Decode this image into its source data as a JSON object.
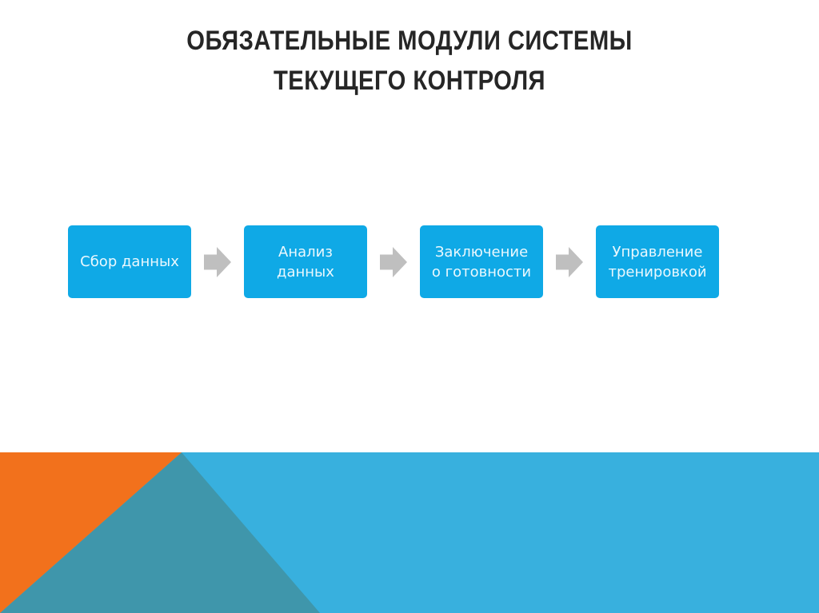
{
  "slide": {
    "title_lines": [
      "ОБЯЗАТЕЛЬНЫЕ МОДУЛИ СИСТЕМЫ",
      "ТЕКУЩЕГО КОНТРОЛЯ"
    ]
  },
  "flow": {
    "steps": [
      {
        "lines": [
          "Сбор данных"
        ]
      },
      {
        "lines": [
          "Анализ",
          "данных"
        ]
      },
      {
        "lines": [
          "Заключение",
          "о готовности"
        ]
      },
      {
        "lines": [
          "Управление",
          "тренировкой"
        ]
      }
    ],
    "connector_icon": "arrow-right-icon"
  },
  "colors": {
    "box_fill": "#0fa9e6",
    "box_text": "#eaf8fe",
    "arrow": "#bfbfbf",
    "band_light_blue": "#38b0de",
    "band_dark_blue": "#3f96ab",
    "band_orange": "#f2711c",
    "title_text": "#262626"
  }
}
